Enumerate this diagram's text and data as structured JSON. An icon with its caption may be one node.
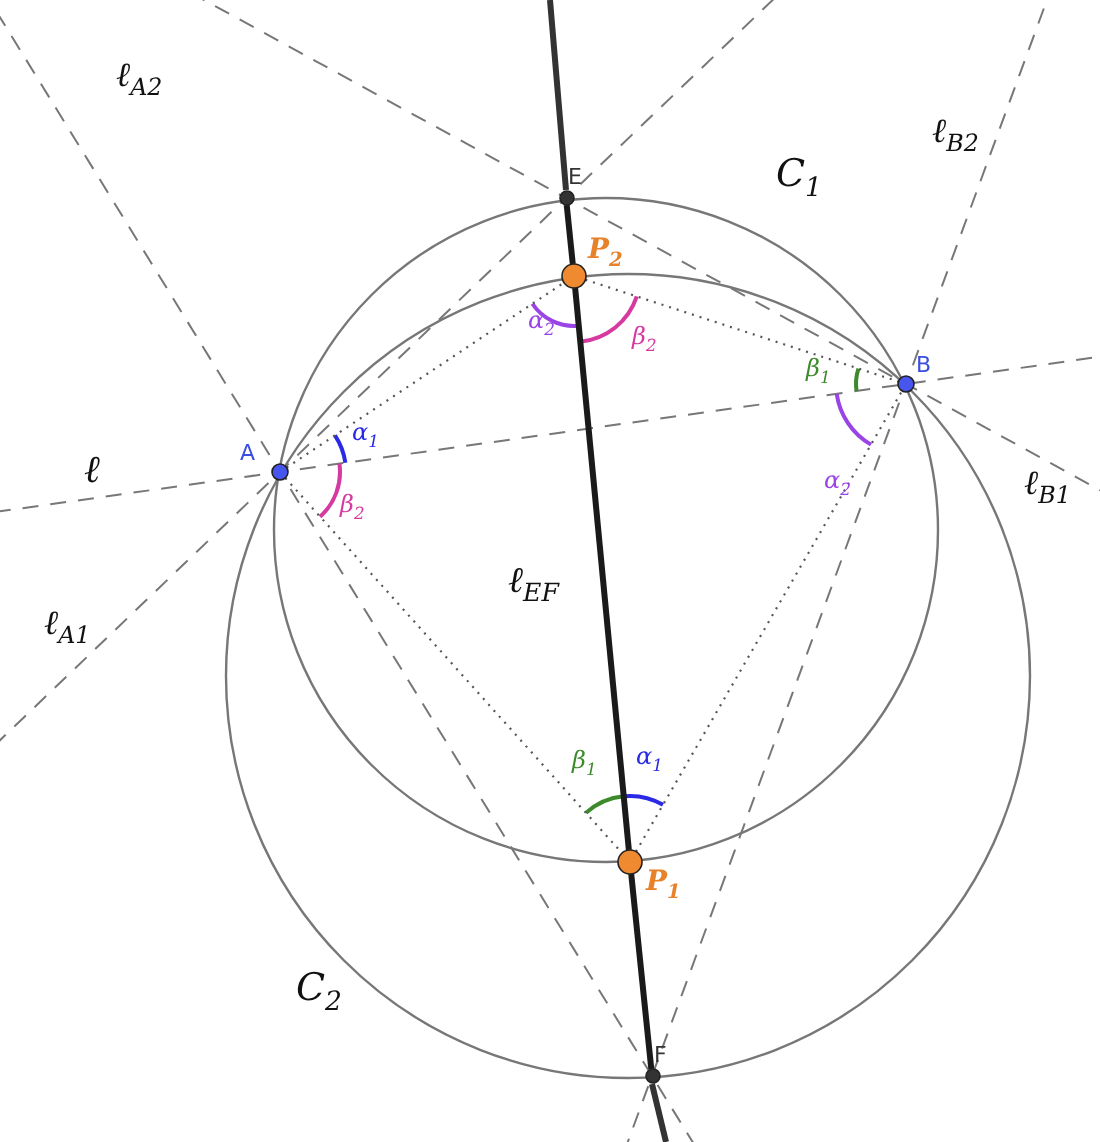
{
  "diagram": {
    "nodes": [
      {
        "text": [
          "A"
        ]
      },
      {
        "text": [
          "B"
        ]
      },
      {
        "text": [
          "E"
        ]
      },
      {
        "text": [
          "F"
        ]
      },
      {
        "text": [
          "P$_{2}$"
        ]
      },
      {
        "text": [
          "P$_{1}$"
        ]
      }
    ],
    "edges": [
      {
        "from": 0,
        "to": 4,
        "arrow": "none",
        "style": "dashed"
      },
      {
        "from": 4,
        "to": 1,
        "arrow": "none",
        "style": "dashed"
      },
      {
        "from": 0,
        "to": 5,
        "arrow": "none",
        "style": "dashed"
      },
      {
        "from": 5,
        "to": 1,
        "arrow": "none",
        "style": "dashed"
      },
      {
        "from": 2,
        "to": 4,
        "arrow": "none",
        "style": "thick"
      },
      {
        "from": 4,
        "to": 5,
        "arrow": "none",
        "style": "thick"
      },
      {
        "from": 5,
        "to": 3,
        "arrow": "none",
        "style": "thick"
      }
    ],
    "labels": [
      "ℓ$_{A2}$",
      "ℓ$_{B2}$",
      "C$_{1}$",
      "α$_{2}$",
      "β$_{2}$",
      "β$_{1}$",
      "α$_{1}$",
      "ℓ",
      "α$_{2}$",
      "ℓ$_{B1}$",
      "β$_{2}$",
      "ℓ$_{EF}$",
      "ℓ$_{A1}$",
      "α$_{1}$",
      "β$_{1}$",
      "C$_{2}$"
    ]
  }
}
